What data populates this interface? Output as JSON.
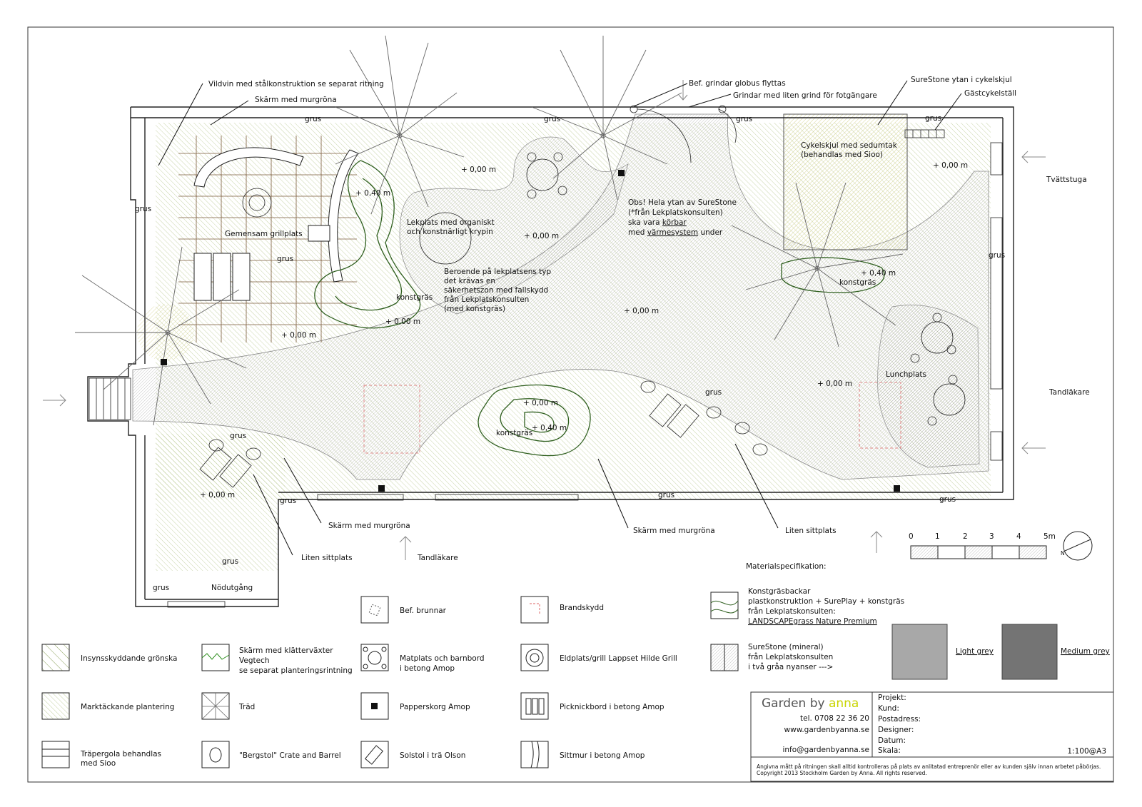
{
  "plan": {
    "annotations": [
      {
        "key": "vildvin",
        "text": "Vildvin med stålkonstruktion se separat ritning"
      },
      {
        "key": "skarm_top",
        "text": "Skärm med murgröna"
      },
      {
        "key": "bef_grindar",
        "text": "Bef. grindar globus flyttas"
      },
      {
        "key": "grindar",
        "text": "Grindar med liten grind för fotgängare"
      },
      {
        "key": "surestone_cykel",
        "text": "SureStone ytan i cykelskjul"
      },
      {
        "key": "gastcykel",
        "text": "Gästcykelställ"
      },
      {
        "key": "cykelskjul_1",
        "text": "Cykelskjul med sedumtak"
      },
      {
        "key": "cykelskjul_2",
        "text": "(behandlas med Sioo)"
      },
      {
        "key": "tvattstuga",
        "text": "Tvättstuga"
      },
      {
        "key": "tandlakare_right",
        "text": "Tandläkare"
      },
      {
        "key": "tandlakare_bottom",
        "text": "Tandläkare"
      },
      {
        "key": "grillplats",
        "text": "Gemensam grillplats"
      },
      {
        "key": "lekplats_1",
        "text": "Lekplats med organiskt"
      },
      {
        "key": "lekplats_2",
        "text": "och konstnärligt krypin"
      },
      {
        "key": "beroende_1",
        "text": "Beroende på lekplatsens typ"
      },
      {
        "key": "beroende_2",
        "text": "det krävas en"
      },
      {
        "key": "beroende_3",
        "text": "säkerhetszon med fallskydd"
      },
      {
        "key": "beroende_4",
        "text": "från Lekplatskonsulten"
      },
      {
        "key": "beroende_5",
        "text": "(med konstgräs)"
      },
      {
        "key": "obs_1",
        "text": "Obs! Hela ytan av SureStone"
      },
      {
        "key": "obs_2",
        "text": "(*från Lekplatskonsulten)"
      },
      {
        "key": "obs_3a",
        "text": "ska vara "
      },
      {
        "key": "obs_3b",
        "text": "körbar"
      },
      {
        "key": "obs_4a",
        "text": "med "
      },
      {
        "key": "obs_4b",
        "text": "värmesystem"
      },
      {
        "key": "obs_4c",
        "text": " under"
      },
      {
        "key": "lunchplats",
        "text": "Lunchplats"
      },
      {
        "key": "skarm_bottom_left",
        "text": "Skärm med murgröna"
      },
      {
        "key": "skarm_bottom_mid",
        "text": "Skärm med murgröna"
      },
      {
        "key": "liten_sitt_left",
        "text": "Liten sittplats"
      },
      {
        "key": "liten_sitt_right",
        "text": "Liten sittplats"
      },
      {
        "key": "nodutgang",
        "text": "Nödutgång"
      }
    ],
    "levels": {
      "top_mid": "+ 0,00 m",
      "mound_a": "+ 0,40 m",
      "play": "+ 0,00 m",
      "grill_low": "+ 0,00 m",
      "mound_a_low": "+ 0,00 m",
      "center": "+ 0,00 m",
      "right_top": "+ 0,00 m",
      "right_mound": "+ 0,40 m",
      "right_mid": "+ 0,00 m",
      "mound_b_top": "+ 0,00 m",
      "mound_b": "+ 0,40 m",
      "bottom_left": "+ 0,00 m"
    },
    "surface_labels": {
      "grus": "grus",
      "konstgras": "konstgräs"
    }
  },
  "legend": {
    "insyn": "Insynsskyddande grönska",
    "markt": "Marktäckande plantering",
    "pergola_1": "Träpergola behandlas",
    "pergola_2": "med Sioo",
    "skarm_1": "Skärm med klätterväxter",
    "skarm_2": "Vegtech",
    "skarm_3": "se separat planteringsrintning",
    "trad": "Träd",
    "bergstol": "\"Bergstol\" Crate and Barrel",
    "brunnar": "Bef. brunnar",
    "matplats_1": "Matplats och barnbord",
    "matplats_2": "i betong Amop",
    "papperskorg": "Papperskorg Amop",
    "solstol": "Solstol i trä Olson",
    "brandskydd": "Brandskydd",
    "eldplats": "Eldplats/grill Lappset Hilde Grill",
    "picknick": "Picknickbord i betong Amop",
    "sittmur": "Sittmur i betong Amop"
  },
  "materials": {
    "heading": "Materialspecifikation:",
    "konstgras_1": "Konstgräsbackar",
    "konstgras_2": "plastkonstruktion + SurePlay + konstgräs",
    "konstgras_3": "från Lekplatskonsulten:",
    "konstgras_4": "LANDSCAPEgrass Nature Premium",
    "surestone_1": "SureStone (mineral)",
    "surestone_2": "från Lekplatskonsulten",
    "surestone_3": "i två gråa nyanser --->",
    "light": "Light grey",
    "medium": "Medium grey",
    "colors": {
      "light": "#a8a8a8",
      "medium": "#747474",
      "plant": "#8aa05a",
      "mound": "#2f5f1f"
    }
  },
  "scalebar": {
    "ticks": [
      "0",
      "1",
      "2",
      "3",
      "4",
      "5m"
    ],
    "north": "N"
  },
  "titleblock": {
    "brand_a": "Garden by ",
    "brand_b": "anna",
    "tel": "tel. 0708 22 36 20",
    "web": "www.gardenbyanna.se",
    "email": "info@gardenbyanna.se",
    "fields": [
      "Projekt:",
      "Kund:",
      "Postadress:",
      "Designer:",
      "Datum:",
      "Skala:"
    ],
    "scale": "1:100@A3",
    "disclaimer": "Angivna mått på ritningen skall alltid kontrolleras på plats av anlitatad entreprenör eller av kunden själv innan arbetet påbörjas.",
    "copyright": "Copyright 2013 Stockholm Garden by Anna. All rights reserved."
  }
}
